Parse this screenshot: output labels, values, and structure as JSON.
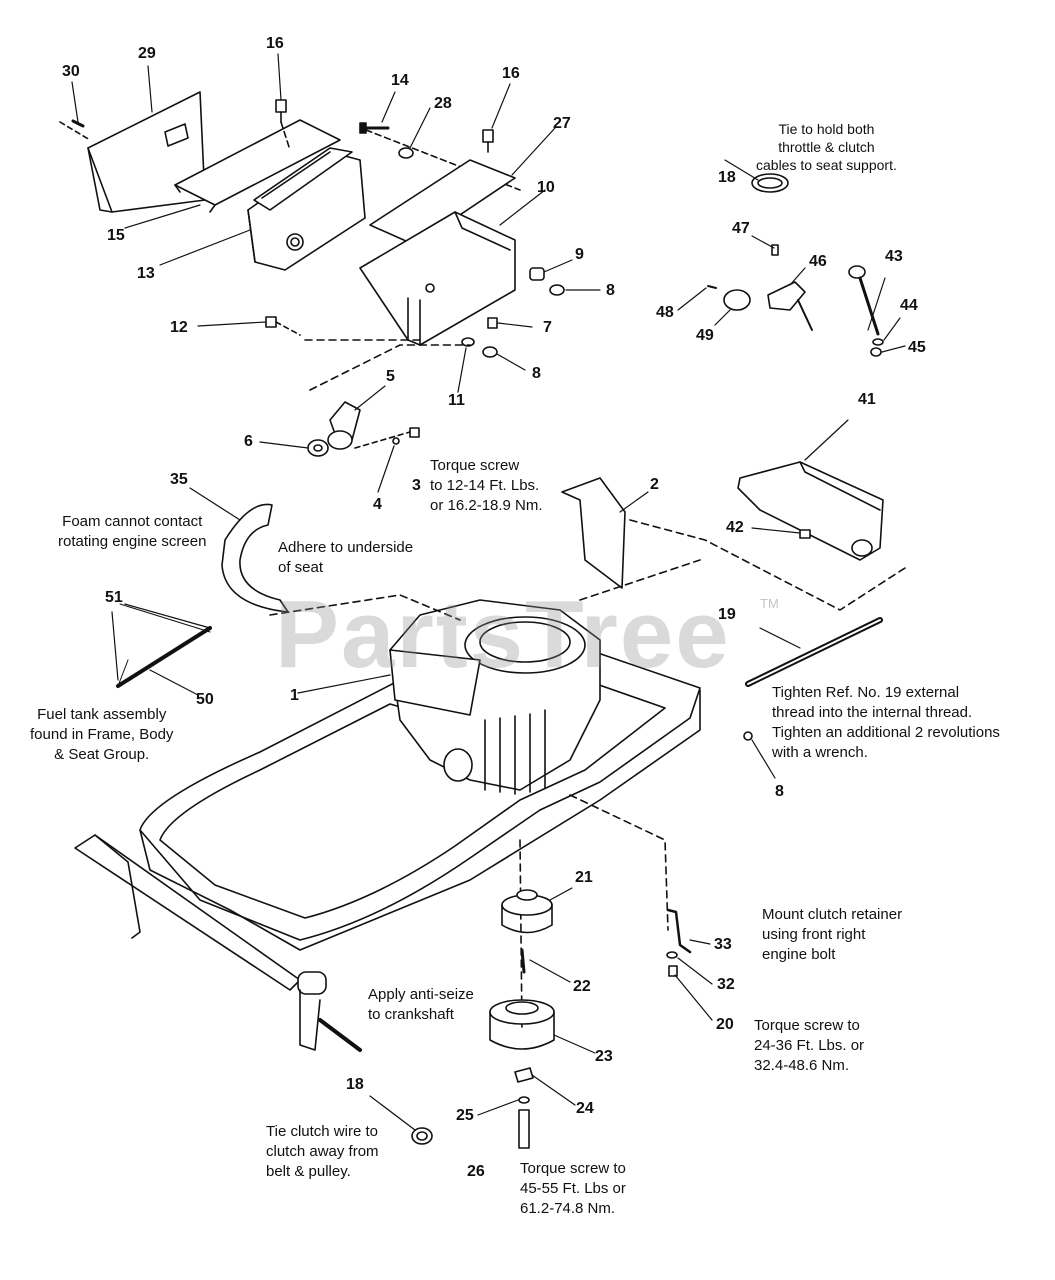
{
  "watermark": {
    "text": "PartsTree",
    "trademark": "TM"
  },
  "callouts": {
    "n1": "1",
    "n2": "2",
    "n3": "3",
    "n4": "4",
    "n5": "5",
    "n6": "6",
    "n7": "7",
    "n8a": "8",
    "n8b": "8",
    "n8c": "8",
    "n9": "9",
    "n10": "10",
    "n11": "11",
    "n12": "12",
    "n13": "13",
    "n14": "14",
    "n15": "15",
    "n16a": "16",
    "n16b": "16",
    "n18a": "18",
    "n18b": "18",
    "n19": "19",
    "n20": "20",
    "n21": "21",
    "n22": "22",
    "n23": "23",
    "n24": "24",
    "n25": "25",
    "n26": "26",
    "n27": "27",
    "n28": "28",
    "n29": "29",
    "n30": "30",
    "n32": "32",
    "n33": "33",
    "n35": "35",
    "n41": "41",
    "n42": "42",
    "n43": "43",
    "n44": "44",
    "n45": "45",
    "n46": "46",
    "n47": "47",
    "n48": "48",
    "n49": "49",
    "n50": "50",
    "n51": "51"
  },
  "notes": {
    "tie_cables": "Tie to hold both\nthrottle & clutch\ncables to seat support.",
    "torque_3": "Torque screw\nto 12-14 Ft. Lbs.\nor 16.2-18.9 Nm.",
    "foam": "Foam cannot contact\nrotating engine screen",
    "adhere": "Adhere to underside\nof seat",
    "fuel_tank": "Fuel tank assembly\nfound in Frame, Body\n& Seat Group.",
    "tighten_19": "Tighten Ref. No. 19 external\nthread into the internal thread.\nTighten an additional 2 revolutions\nwith a wrench.",
    "clutch_retainer": "Mount clutch retainer\nusing front right\nengine bolt",
    "torque_20": "Torque screw to\n24-36 Ft. Lbs. or\n32.4-48.6 Nm.",
    "anti_seize": "Apply anti-seize\nto crankshaft",
    "tie_clutch": "Tie clutch wire to\nclutch away from\nbelt & pulley.",
    "torque_26": "Torque screw to\n45-55 Ft. Lbs or\n61.2-74.8 Nm."
  }
}
